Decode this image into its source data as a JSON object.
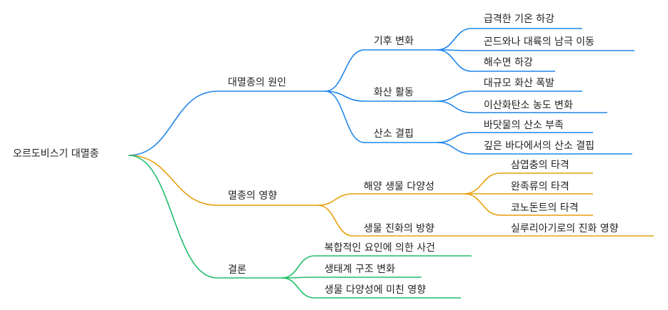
{
  "mindmap": {
    "root": "오르도비스기 대멸종",
    "colors": {
      "blue": "#1f86ea",
      "orange": "#e6a10f",
      "green": "#1ebd6a"
    },
    "branches": [
      {
        "label": "대멸종의 원인",
        "color": "blue",
        "children": [
          {
            "label": "기후 변화",
            "children": [
              "급격한 기온 하강",
              "곤드와나 대륙의 남극 이동",
              "해수면 하강"
            ]
          },
          {
            "label": "화산 활동",
            "children": [
              "대규모 화산 폭발",
              "이산화탄소 농도 변화"
            ]
          },
          {
            "label": "산소 결핍",
            "children": [
              "바닷물의 산소 부족",
              "깊은 바다에서의 산소 결핍"
            ]
          }
        ]
      },
      {
        "label": "멸종의 영향",
        "color": "orange",
        "children": [
          {
            "label": "해양 생물 다양성",
            "children": [
              "삼엽충의 타격",
              "완족류의 타격",
              "코노돈트의 타격"
            ]
          },
          {
            "label": "생물 진화의 방향",
            "children": [
              "실루리아기로의 진화 영향"
            ]
          }
        ]
      },
      {
        "label": "결론",
        "color": "green",
        "children": [
          {
            "label": "복합적인 요인에 의한 사건",
            "children": []
          },
          {
            "label": "생태계 구조 변화",
            "children": []
          },
          {
            "label": "생물 다양성에 미친 영향",
            "children": []
          }
        ]
      }
    ]
  }
}
